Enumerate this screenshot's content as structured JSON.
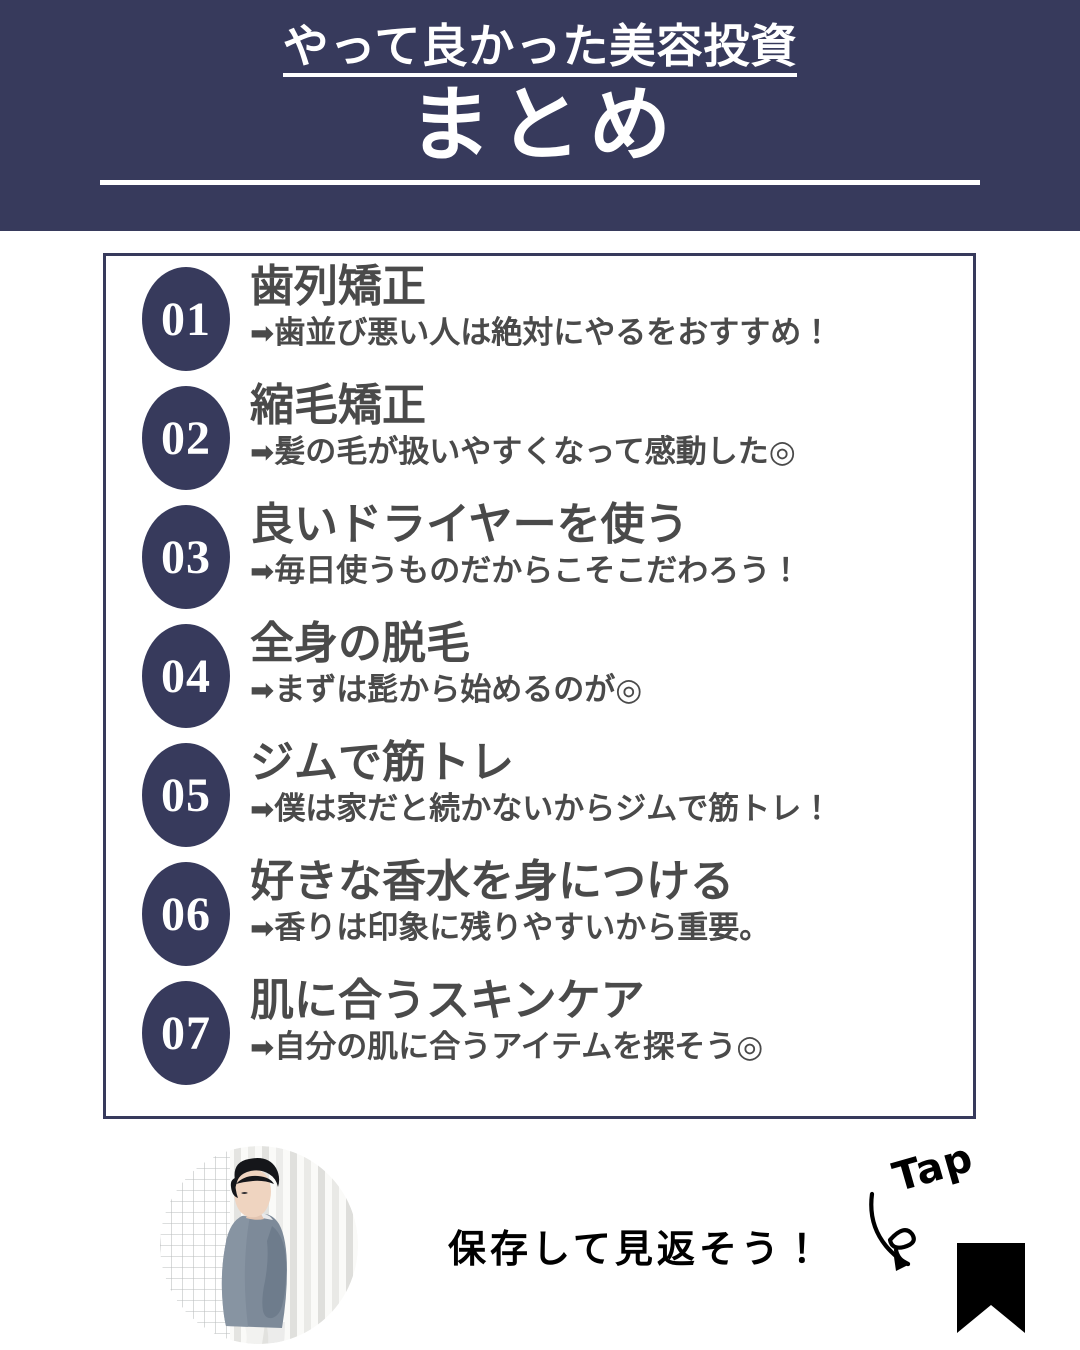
{
  "header": {
    "subtitle": "やって良かった美容投資",
    "title": "まとめ",
    "background_color": "#373a5c",
    "text_color": "#ffffff"
  },
  "list": {
    "border_color": "#373a5c",
    "badge_color": "#373a5c",
    "text_color": "#4a4a4a",
    "arrow_glyph": "➡",
    "items": [
      {
        "number": "01",
        "title": "歯列矯正",
        "sub": "歯並び悪い人は絶対にやるをおすすめ！"
      },
      {
        "number": "02",
        "title": "縮毛矯正",
        "sub": "髪の毛が扱いやすくなって感動した◎"
      },
      {
        "number": "03",
        "title": "良いドライヤーを使う",
        "sub": "毎日使うものだからこそこだわろう！"
      },
      {
        "number": "04",
        "title": "全身の脱毛",
        "sub": "まずは髭から始めるのが◎"
      },
      {
        "number": "05",
        "title": "ジムで筋トレ",
        "sub": "僕は家だと続かないからジムで筋トレ！"
      },
      {
        "number": "06",
        "title": "好きな香水を身につける",
        "sub": "香りは印象に残りやすいから重要。"
      },
      {
        "number": "07",
        "title": "肌に合うスキンケア",
        "sub": "自分の肌に合うアイテムを探そう◎"
      }
    ]
  },
  "footer": {
    "save_text": "保存して見返そう！",
    "tap_label": "Tap",
    "bookmark_color": "#000000",
    "avatar_alt": "横向きに立つグレーのセーターの男性"
  }
}
